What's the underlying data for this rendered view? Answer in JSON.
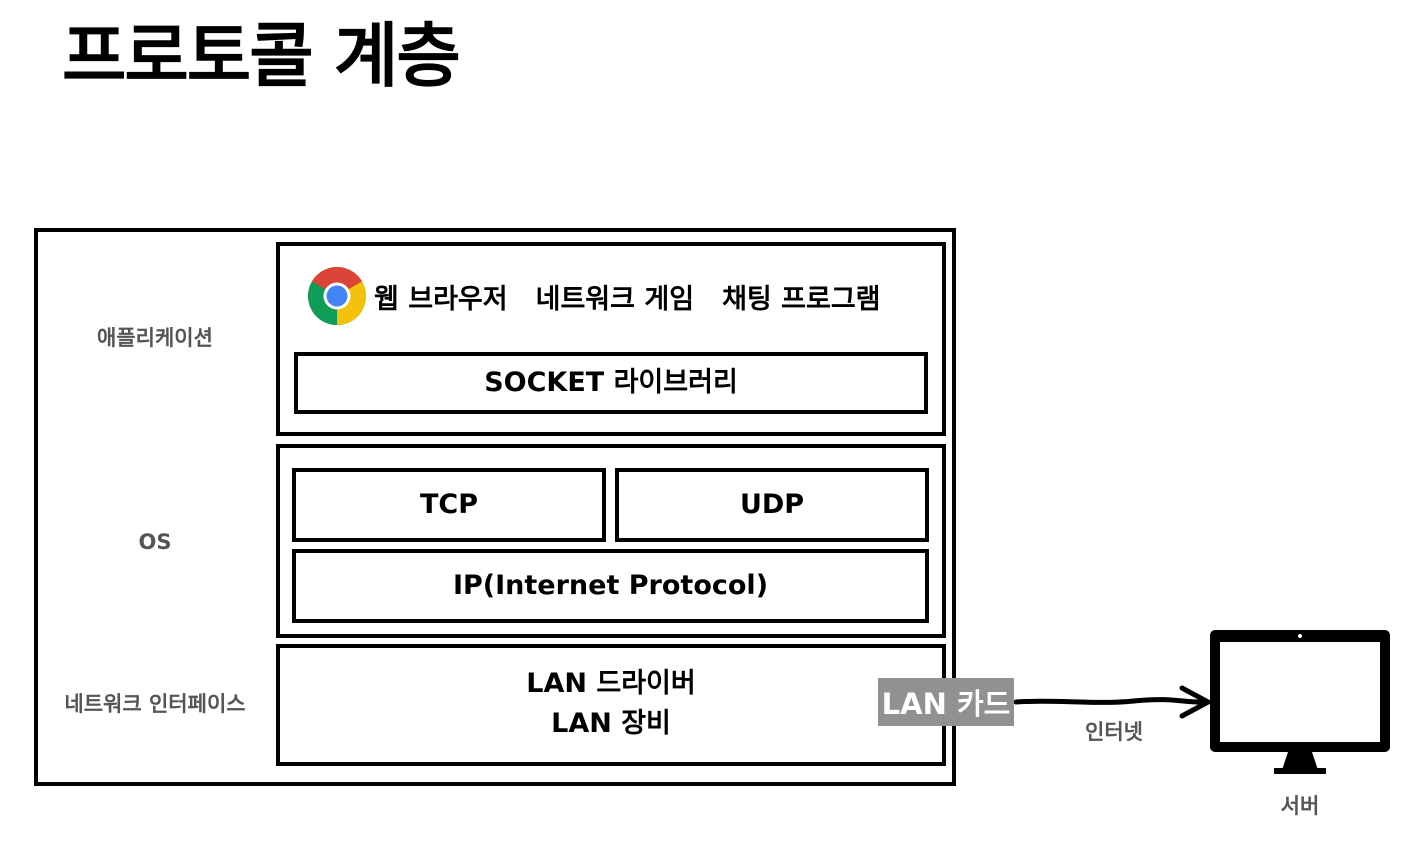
{
  "title": "프로토콜 계층",
  "layers": {
    "application": "애플리케이션",
    "os": "OS",
    "network_interface": "네트워크 인터페이스"
  },
  "apps": {
    "browser": "웹 브라우저",
    "game": "네트워크 게임",
    "chat": "채팅 프로그램"
  },
  "socket": "SOCKET 라이브러리",
  "tcp": "TCP",
  "udp": "UDP",
  "ip": "IP(Internet Protocol)",
  "lan": {
    "driver": "LAN 드라이버",
    "device": "LAN 장비",
    "card": "LAN 카드"
  },
  "internet": "인터넷",
  "server": "서버",
  "icons": {
    "browser": "chrome-icon",
    "server": "monitor-icon"
  },
  "colors": {
    "lan_card_bg": "#919191",
    "side_label": "#555555",
    "chrome_red": "#DB4437",
    "chrome_yellow": "#F4C20D",
    "chrome_green": "#0F9D58",
    "chrome_blue": "#4285F4"
  }
}
